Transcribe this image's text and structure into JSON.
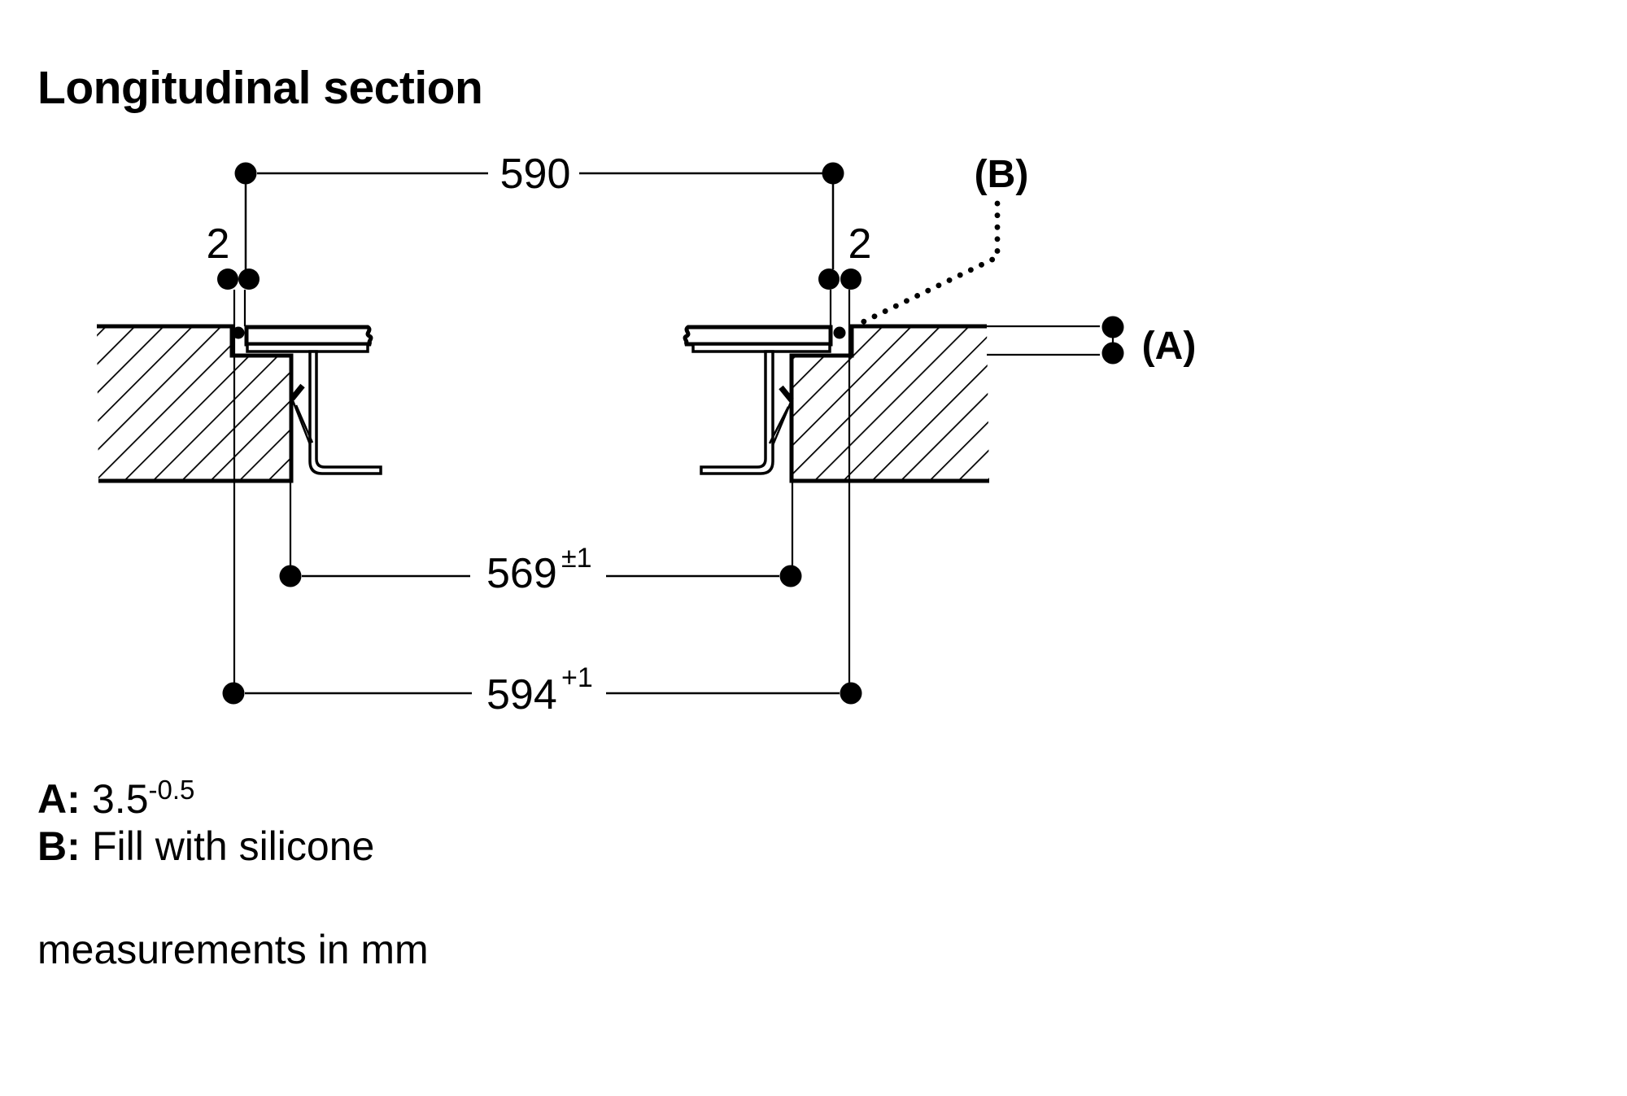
{
  "title": "Longitudinal section",
  "dimensions": {
    "top_width": "590",
    "gap_left": "2",
    "gap_right": "2",
    "cutout_width": "569",
    "cutout_tolerance": "±1",
    "recess_width": "594",
    "recess_tolerance": "+1"
  },
  "callouts": {
    "a": "(A)",
    "b": "(B)"
  },
  "legend": {
    "a_key": "A:",
    "a_value": "3.5",
    "a_tolerance": "-0.5",
    "b_key": "B:",
    "b_value": "Fill with silicone"
  },
  "footer": "measurements in mm",
  "colors": {
    "ink": "#000000",
    "background": "#ffffff"
  }
}
